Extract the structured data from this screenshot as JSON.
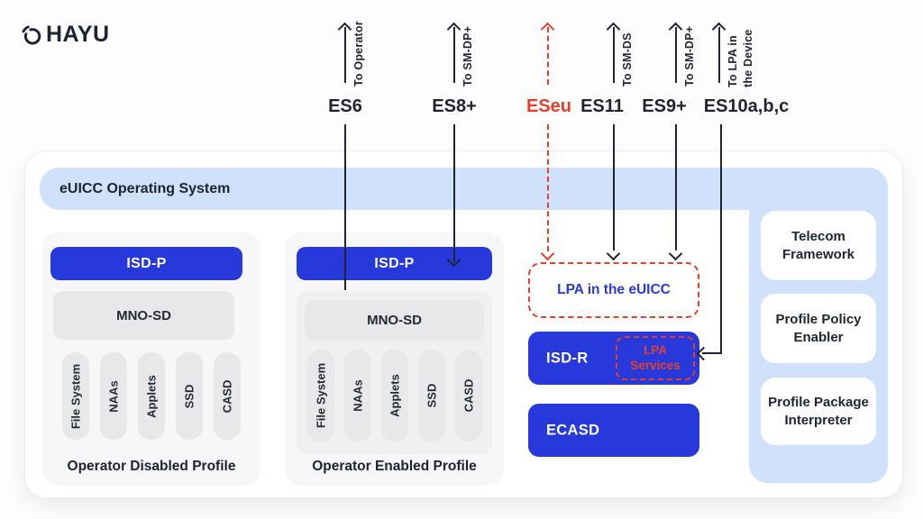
{
  "logo": {
    "text": "HAYU"
  },
  "interfaces": [
    {
      "id": "es6",
      "label": "ES6",
      "annotation": "To Operator"
    },
    {
      "id": "es8",
      "label": "ES8+",
      "annotation": "To SM-DP+"
    },
    {
      "id": "eseu",
      "label": "ESeu",
      "annotation": ""
    },
    {
      "id": "es11",
      "label": "ES11",
      "annotation": "To SM-DS"
    },
    {
      "id": "es9",
      "label": "ES9+",
      "annotation": "To SM-DP+"
    },
    {
      "id": "es10",
      "label": "ES10a,b,c",
      "annotation_line1": "To LPA in",
      "annotation_line2": "the Device"
    }
  ],
  "os": {
    "title": "eUICC Operating System"
  },
  "profiles": [
    {
      "isdp": "ISD-P",
      "mno": "MNO-SD",
      "components": [
        "File System",
        "NAAs",
        "Applets",
        "SSD",
        "CASD"
      ],
      "caption": "Operator Disabled Profile"
    },
    {
      "isdp": "ISD-P",
      "mno": "MNO-SD",
      "components": [
        "File System",
        "NAAs",
        "Applets",
        "SSD",
        "CASD"
      ],
      "caption": "Operator Enabled Profile"
    }
  ],
  "security_domains": {
    "lpa_in_euicc": "LPA in the eUICC",
    "isdr": "ISD-R",
    "lpa_services": "LPA Services",
    "ecasd": "ECASD"
  },
  "os_services": [
    "Telecom Framework",
    "Profile Policy Enabler",
    "Profile Package Interpreter"
  ],
  "colors": {
    "primary_blue": "#2839dc",
    "light_blue": "#cfe1fb",
    "alert_red": "#e2402c",
    "dark_text": "#1e2430",
    "gray_box": "#e8e8ea"
  }
}
